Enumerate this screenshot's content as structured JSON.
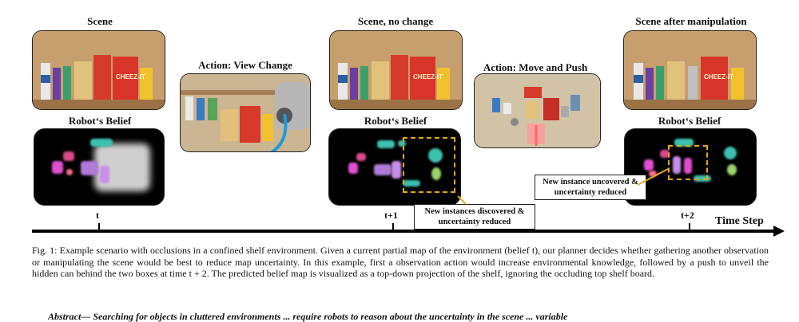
{
  "figure": {
    "panels": {
      "scene_t": "Scene",
      "action_view": "Action: View Change",
      "scene_t1": "Scene, no change",
      "action_push": "Action: Move and Push",
      "scene_t2": "Scene after manipulation",
      "belief_t": "Robot‘s Belief",
      "belief_t1": "Robot‘s Belief",
      "belief_t2": "Robot‘s Belief"
    },
    "callouts": {
      "t1": "New instances discovered & uncertainty reduced",
      "t2": "New instance uncovered & uncertainty reduced"
    },
    "timeline": {
      "t": "t",
      "t1": "t+1",
      "t2": "t+2",
      "axis_label": "Time Step"
    },
    "product_labels": {
      "cheezit": "CHEEZ-IT"
    }
  },
  "caption": "Fig. 1: Example scenario with occlusions in a confined shelf environment. Given a current partial map of the environment (belief t), our planner decides whether gathering another observation or manipulating the scene would be best to reduce map uncertainty. In this example, first a observation action would increase environmental knowledge, followed by a push to unveil the hidden can behind the two boxes at time t + 2. The predicted belief map is visualized as a top-down projection of the shelf, ignoring the occluding top shelf board.",
  "abstract_start": "Abstract— Searching for objects in cluttered environments ... require robots to reason about the uncertainty in the scene ... variable"
}
